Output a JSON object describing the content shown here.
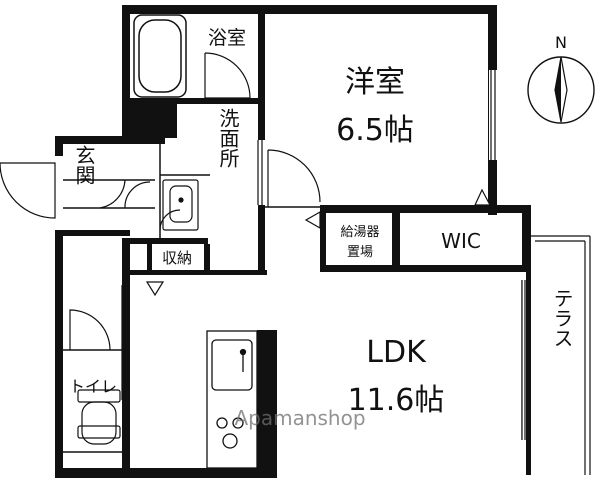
{
  "rooms": {
    "bath": "浴室",
    "western_room_name": "洋室",
    "western_room_size": "6.5帖",
    "washroom": "洗面所",
    "entrance": "玄関",
    "storage": "収納",
    "water_heater_line1": "給湯器",
    "water_heater_line2": "置場",
    "wic": "WIC",
    "ldk_name": "LDK",
    "ldk_size": "11.6帖",
    "toilet": "トイレ",
    "terrace": "テラス"
  },
  "compass": {
    "north": "N"
  },
  "watermark": {
    "text": "Apamanshop"
  }
}
